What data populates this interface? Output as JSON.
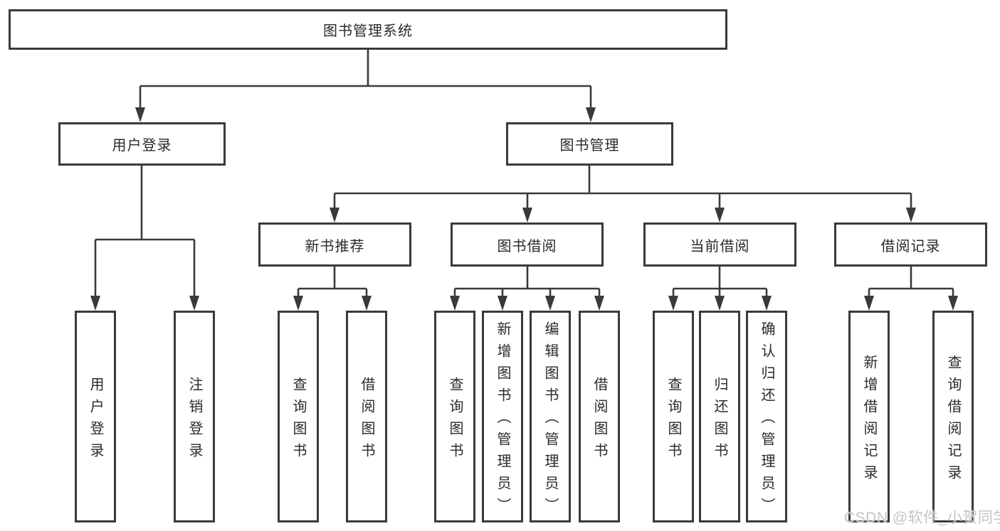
{
  "diagram": {
    "type": "hierarchy-tree",
    "title": "图书管理系统",
    "tree": {
      "label": "图书管理系统",
      "children": [
        {
          "label": "用户登录",
          "children": [
            {
              "label": "用户登录"
            },
            {
              "label": "注销登录"
            }
          ]
        },
        {
          "label": "图书管理",
          "children": [
            {
              "label": "新书推荐",
              "children": [
                {
                  "label": "查询图书"
                },
                {
                  "label": "借阅图书"
                }
              ]
            },
            {
              "label": "图书借阅",
              "children": [
                {
                  "label": "查询图书"
                },
                {
                  "label": "新增图书（管理员）"
                },
                {
                  "label": "编辑图书（管理员）"
                },
                {
                  "label": "借阅图书"
                }
              ]
            },
            {
              "label": "当前借阅",
              "children": [
                {
                  "label": "查询图书"
                },
                {
                  "label": "归还图书"
                },
                {
                  "label": "确认归还（管理员）"
                }
              ]
            },
            {
              "label": "借阅记录",
              "children": [
                {
                  "label": "新增借阅记录"
                },
                {
                  "label": "查询借阅记录"
                }
              ]
            }
          ]
        }
      ]
    }
  },
  "watermark": {
    "text": "CSDN @软件_小贺同学"
  },
  "colors": {
    "line": "#3a3a3a",
    "box_border": "#3a3a3a",
    "box_background": "#ffffff",
    "text": "#2a2a2a",
    "watermark": "#c4c4c4"
  }
}
